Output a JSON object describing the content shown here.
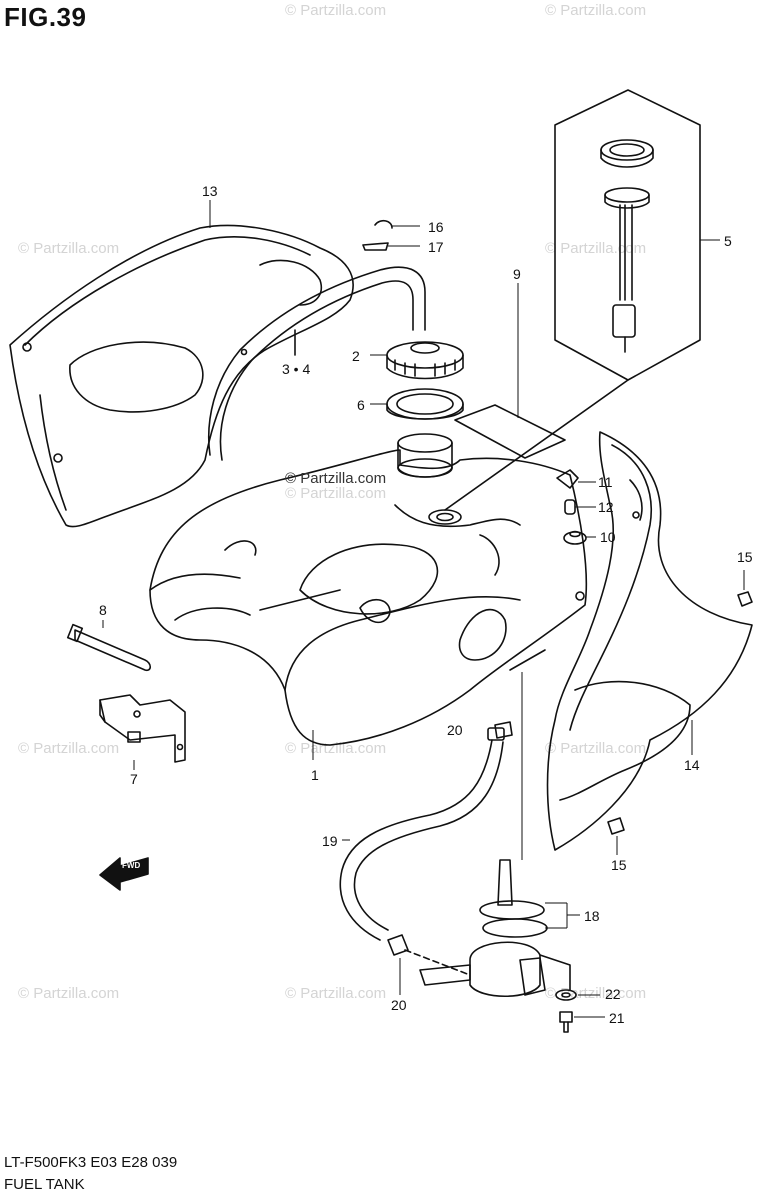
{
  "figure": {
    "title": "FIG.39"
  },
  "footer": {
    "model_code": "LT-F500FK3 E03 E28  039",
    "name": "FUEL TANK"
  },
  "watermark": {
    "text": "© Partzilla.com"
  },
  "front_arrow": {
    "label": "FWD"
  },
  "callouts": {
    "c1": "1",
    "c2": "2",
    "c34": "3 • 4",
    "c5": "5",
    "c6": "6",
    "c7": "7",
    "c8": "8",
    "c9": "9",
    "c10": "10",
    "c11": "11",
    "c12": "12",
    "c13": "13",
    "c14": "14",
    "c15a": "15",
    "c15b": "15",
    "c16": "16",
    "c17": "17",
    "c18": "18",
    "c19": "19",
    "c20a": "20",
    "c20b": "20",
    "c21": "21",
    "c22": "22"
  }
}
